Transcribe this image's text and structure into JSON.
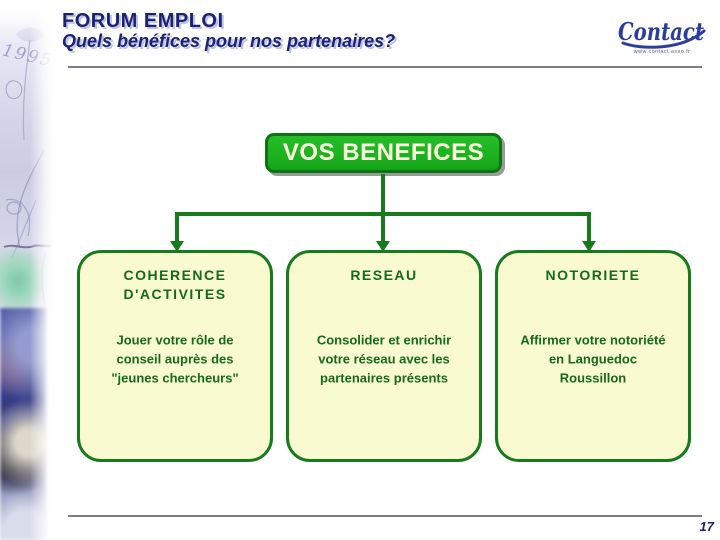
{
  "header": {
    "title": "FORUM EMPLOI",
    "subtitle": "Quels bénéfices pour nos partenaires?"
  },
  "logo": {
    "name": "Contact",
    "tagline": "www.contact.asso.fr"
  },
  "sidebar": {
    "year_text": "1995"
  },
  "diagram": {
    "root_label": "VOS BENEFICES",
    "children": [
      {
        "title": "COHERENCE\nD'ACTIVITES",
        "body": "Jouer votre rôle de\nconseil auprès des\n\"jeunes chercheurs\""
      },
      {
        "title": "RESEAU",
        "body": "Consolider et enrichir\nvotre réseau avec les\npartenaires présents"
      },
      {
        "title": "NOTORIETE",
        "body": "Affirmer votre notoriété\nen Languedoc\nRoussillon"
      }
    ]
  },
  "footer": {
    "page_number": "17"
  },
  "colors": {
    "navy": "#1c2272",
    "green": "#1db31f",
    "green-border": "#177a1d",
    "cream": "#fafad0",
    "box-text": "#15691a",
    "gray-line": "#7d7d85",
    "logo-blue": "#2b3e9e"
  }
}
